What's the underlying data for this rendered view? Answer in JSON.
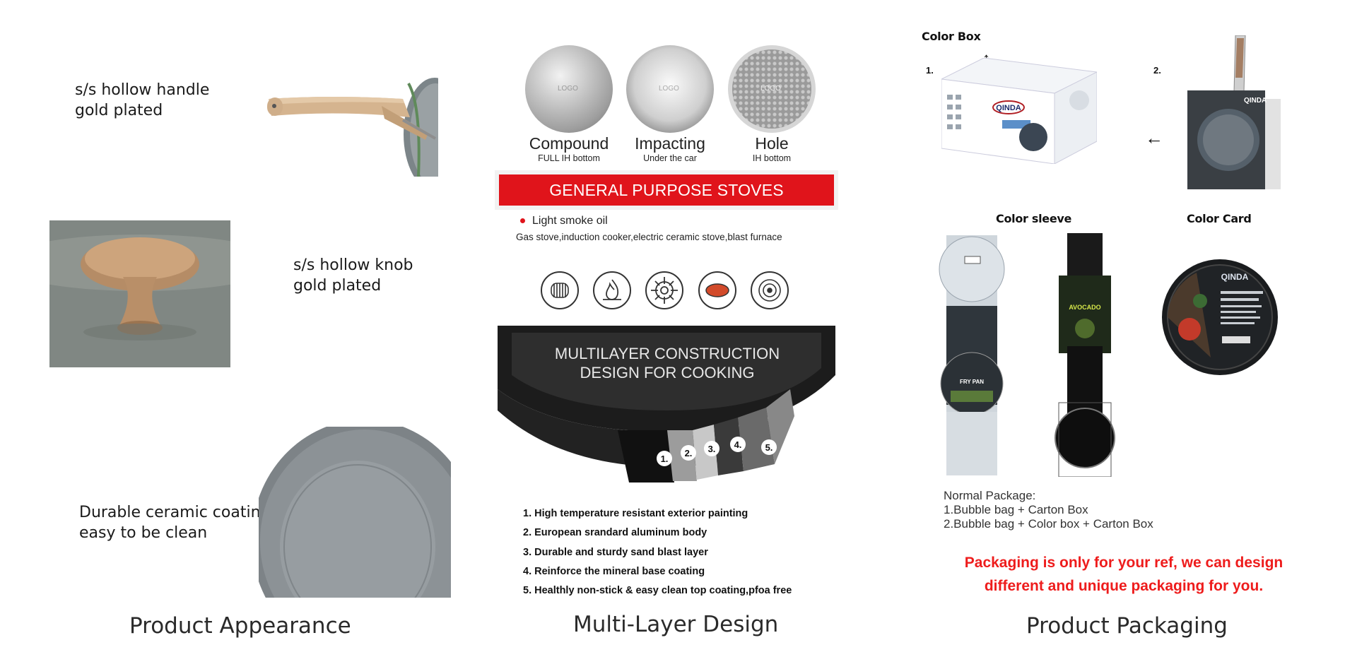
{
  "appearance": {
    "section_title": "Product Appearance",
    "handle_label": [
      "s/s hollow handle",
      "gold plated"
    ],
    "knob_label": [
      "s/s hollow knob",
      "gold plated"
    ],
    "coating_label": [
      "Durable ceramic coating ,",
      "easy to be clean"
    ]
  },
  "multilayer": {
    "section_title": "Multi-Layer Design",
    "bottoms": [
      {
        "name": "Compound",
        "sub": "FULL IH bottom"
      },
      {
        "name": "Impacting",
        "sub": "Under the car"
      },
      {
        "name": "Hole",
        "sub": "IH bottom"
      }
    ],
    "logo_text": "LOGO",
    "banner": "GENERAL PURPOSE STOVES",
    "smoke_label": "Light smoke oil",
    "stove_list": "Gas stove,induction cooker,electric ceramic stove,blast furnace",
    "stove_icons": [
      "coil-hob-icon",
      "gas-flame-icon",
      "gas-burner-icon",
      "ceramic-hob-icon",
      "induction-hob-icon"
    ],
    "construction_title": [
      "MULTILAYER CONSTRUCTION",
      "DESIGN FOR COOKING"
    ],
    "layer_numbers": [
      "1.",
      "2.",
      "3.",
      "4.",
      "5."
    ],
    "layers": [
      "1. High temperature resistant exterior painting",
      "2. European srandard aluminum body",
      "3. Durable and sturdy sand blast layer",
      "4. Reinforce the mineral base coating",
      "5. Healthly non-stick & easy clean top coating,pfoa free"
    ]
  },
  "packaging": {
    "section_title": "Product Packaging",
    "color_box": "Color Box",
    "color_sleeve": "Color sleeve",
    "color_card": "Color Card",
    "num1": "1.",
    "num2": "2.",
    "brand": "QINDA",
    "sleeve1_text": "FRY PAN",
    "sleeve2_text": "AVOCADO",
    "normal_package": [
      "Normal Package:",
      "1.Bubble bag + Carton Box",
      "2.Bubble bag + Color box + Carton Box"
    ],
    "note": [
      "Packaging is only for your ref, we can design",
      "different and unique packaging for you."
    ]
  },
  "colors": {
    "red": "#e0141b",
    "note_red": "#ee1c1c",
    "gold": "#c9a77f",
    "ceramic_grey": "#8c9296"
  }
}
